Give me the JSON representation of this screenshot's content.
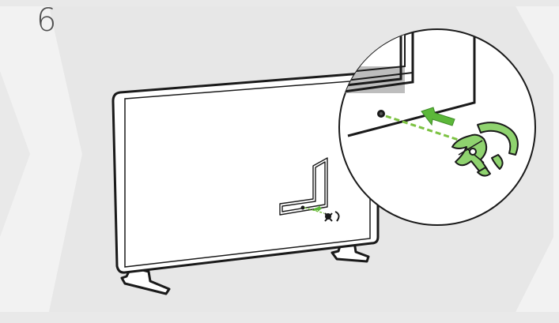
{
  "step": {
    "number": "6"
  },
  "colors": {
    "background": "#e9e9e9",
    "chevron": "#f2f2f2",
    "tv_outline": "#1a1a1a",
    "tv_body": "#ffffff",
    "guide_line": "#7cc242",
    "arrow": "#5cb83a",
    "clip_fill": "#8fd36f",
    "magnified_bg": "#ffffff"
  },
  "illustration": {
    "subject": "tv-rear-view",
    "part": "cable-holder-clip",
    "action_arrow": "insert-left"
  }
}
